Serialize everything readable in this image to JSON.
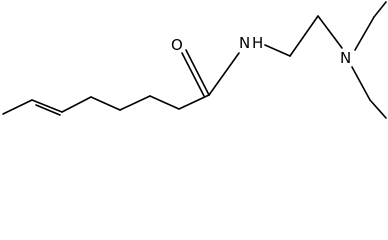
{
  "molecule": {
    "atoms": {
      "oxygen": "O",
      "amide_nitrogen": "N",
      "amide_hydrogen": "H",
      "amine_nitrogen": "N"
    }
  }
}
